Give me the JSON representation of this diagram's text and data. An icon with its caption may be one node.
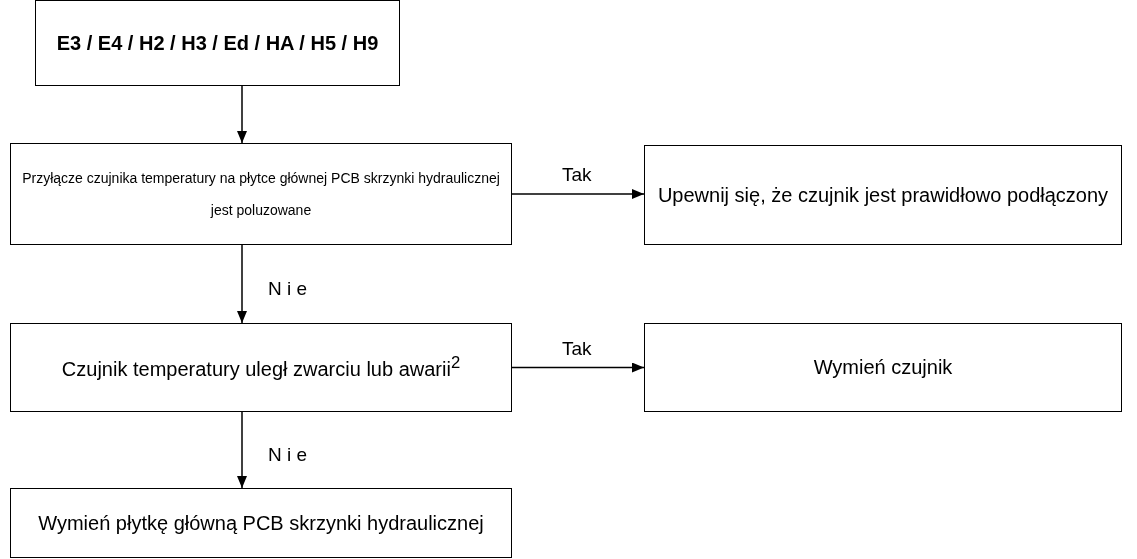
{
  "diagram": {
    "nodes": [
      {
        "text": [
          "E3 / E4 / H2 / H3 / Ed / HA / H5 / H9"
        ]
      },
      {
        "text": [
          "Przyłącze czujnika temperatury na płytce głównej PCB skrzynki hydraulicznej jest poluzowane"
        ]
      },
      {
        "text": [
          "Upewnij się, że czujnik jest prawidłowo podłączony"
        ]
      },
      {
        "text": [
          "Czujnik temperatury uległ zwarciu lub awarii$^{2}$"
        ]
      },
      {
        "text": [
          "Wymień czujnik"
        ]
      },
      {
        "text": [
          "Wymień płytkę główną PCB skrzynki hydraulicznej"
        ]
      }
    ],
    "edges": [
      {
        "from": 0,
        "to": 1,
        "arrow": "to"
      },
      {
        "from": 1,
        "to": 2,
        "arrow": "to",
        "label": "Tak"
      },
      {
        "from": 1,
        "to": 3,
        "arrow": "to",
        "label": "N i e"
      },
      {
        "from": 3,
        "to": 4,
        "arrow": "to",
        "label": "Tak"
      },
      {
        "from": 3,
        "to": 5,
        "arrow": "to",
        "label": "N i e"
      }
    ]
  }
}
